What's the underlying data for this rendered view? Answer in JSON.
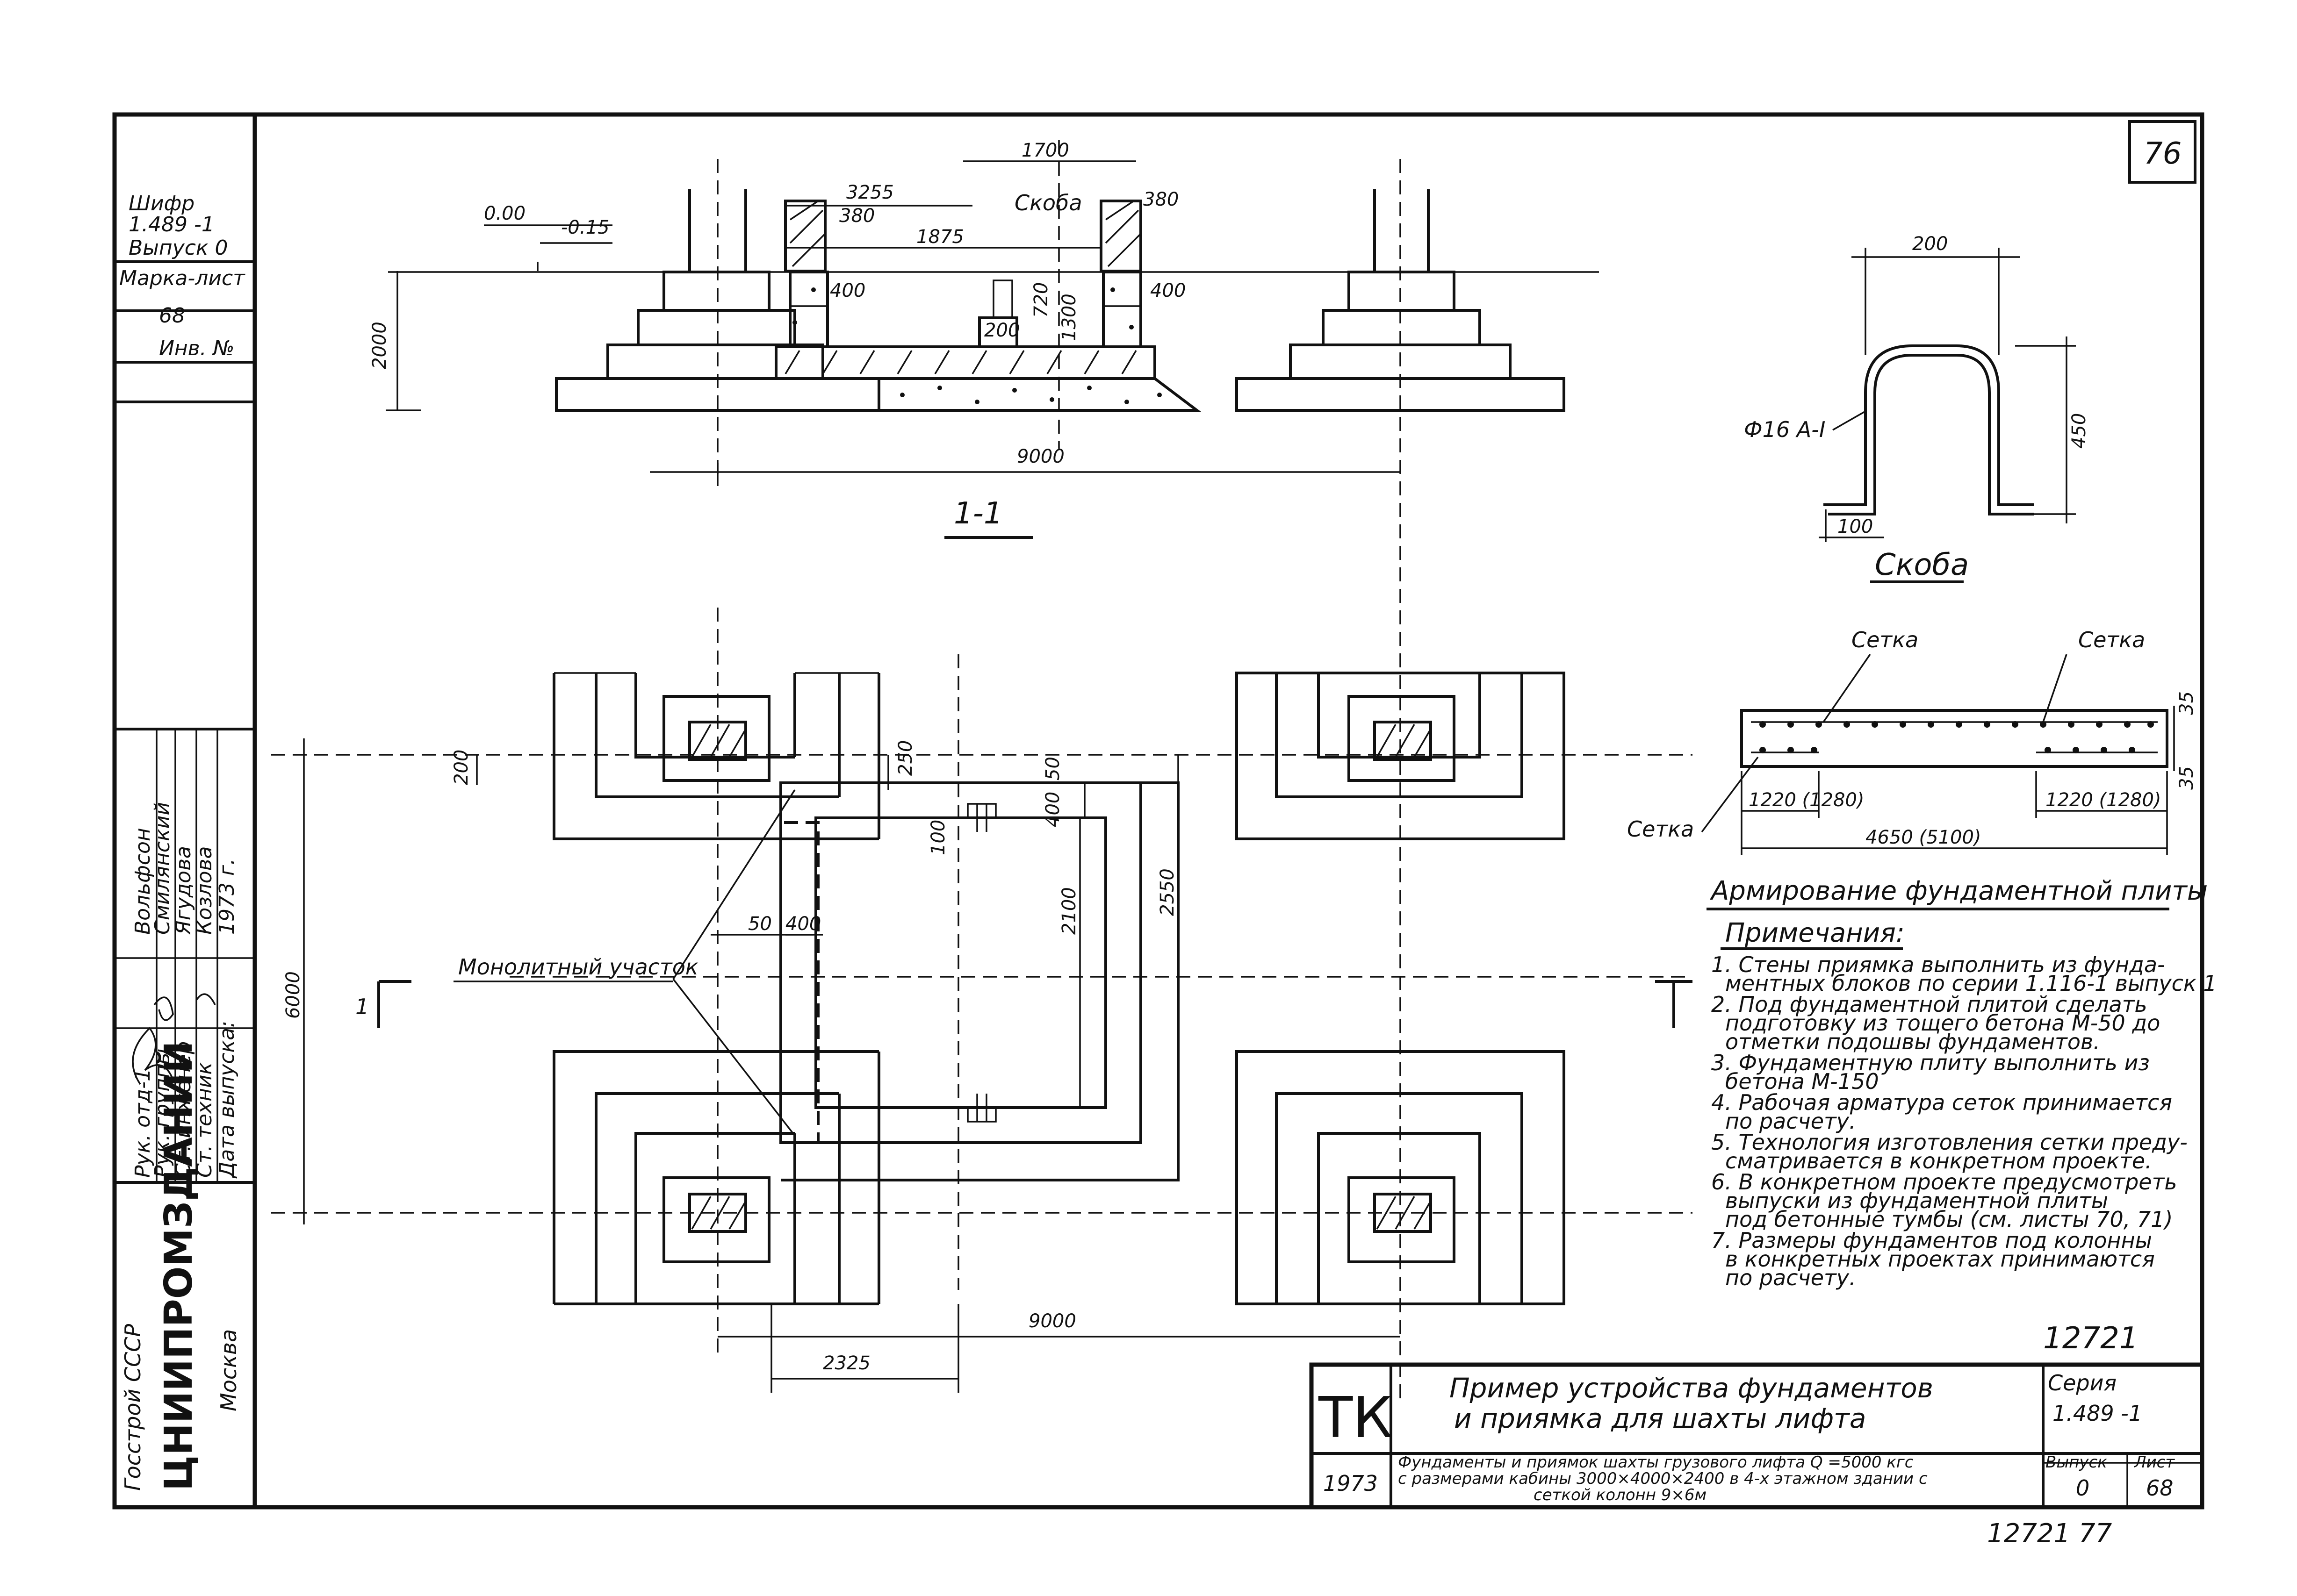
{
  "sheet": {
    "number": "76",
    "bottom_number": "12721",
    "footer_mark": "12721 77"
  },
  "side_stamp": {
    "cipher_label": "Шифр",
    "cipher_value": "1.489 -1",
    "issue": "Выпуск 0",
    "mark_sheet_label": "Марка-лист",
    "mark_sheet_value": "68",
    "inv_label": "Инв. №",
    "org_top": "Госстрой СССР",
    "org_main": "ЦНИИПРОМЗДАНИЙ",
    "org_city": "Москва",
    "roles": [
      "Рук. отд-1",
      "Рук. группы",
      "Ст. инженер",
      "Ст. техник",
      "Дата выпуска:"
    ],
    "names": [
      "Вольфсон",
      "Смилянский",
      "Ягудова",
      "Козлова",
      "1973 г."
    ]
  },
  "section": {
    "title": "1-1",
    "level_0": "0.00",
    "level_m015": "-0.15",
    "dims": {
      "d3255": "3255",
      "d380a": "380",
      "d1875": "1875",
      "d1700": "1700",
      "d380b": "380",
      "d400a": "400",
      "d400b": "400",
      "d200": "200",
      "d720": "720",
      "d1300": "1300",
      "d2000": "2000",
      "d9000": "9000"
    },
    "bracket_label": "Скоба"
  },
  "bracket_detail": {
    "title": "Скоба",
    "dim_top": "200",
    "dim_height": "450",
    "dim_foot": "100",
    "rebar": "Ф16 А-I"
  },
  "slab_detail": {
    "title": "Армирование фундаментной плиты",
    "mesh_labels": [
      "Сетка",
      "Сетка",
      "Сетка"
    ],
    "dim_left": "1220 (1280)",
    "dim_right": "1220 (1280)",
    "dim_total": "4650 (5100)",
    "dim_35a": "35",
    "dim_35b": "35"
  },
  "plan": {
    "monolith_label": "Монолитный участок",
    "section_mark": "1",
    "dims": {
      "p200": "200",
      "p250": "250",
      "p50a": "50",
      "p400a": "400",
      "p100": "100",
      "p2100": "2100",
      "p2550": "2550",
      "p50b": "50",
      "p400b": "400",
      "p6000": "6000",
      "p9000": "9000",
      "p2325": "2325"
    }
  },
  "notes": {
    "heading": "Примечания:",
    "items": [
      "1. Стены приямка выполнить из фунда-",
      "ментных блоков по серии 1.116-1 выпуск 1",
      "2. Под фундаментной плитой сделать",
      "подготовку из тощего бетона М-50 до",
      "отметки подошвы фундаментов.",
      "3. Фундаментную плиту выполнить из",
      "бетона М-150",
      "4. Рабочая арматура сеток принимается",
      "по расчету.",
      "5. Технология изготовления сетки преду-",
      "сматривается в конкретном проекте.",
      "6. В конкретном проекте предусмотреть",
      "выпуски из фундаментной плиты",
      "под бетонные тумбы (см. листы 70, 71)",
      "7. Размеры фундаментов под колонны",
      "в конкретных проектах принимаются",
      "по расчету."
    ]
  },
  "title_block": {
    "tk": "ТК",
    "year": "1973",
    "title_line1": "Пример устройства фундаментов",
    "title_line2": "и приямка для шахты лифта",
    "sub_line1": "Фундаменты и приямок шахты грузового лифта Q =5000 кгс",
    "sub_line2": "с размерами кабины 3000×4000×2400  в 4-х этажном здании с",
    "sub_line3": "сеткой колонн  9×6м",
    "series_label": "Серия",
    "series_value": "1.489 -1",
    "issue_label": "Выпуск",
    "issue_value": "0",
    "sheet_label": "Лист",
    "sheet_value": "68"
  }
}
